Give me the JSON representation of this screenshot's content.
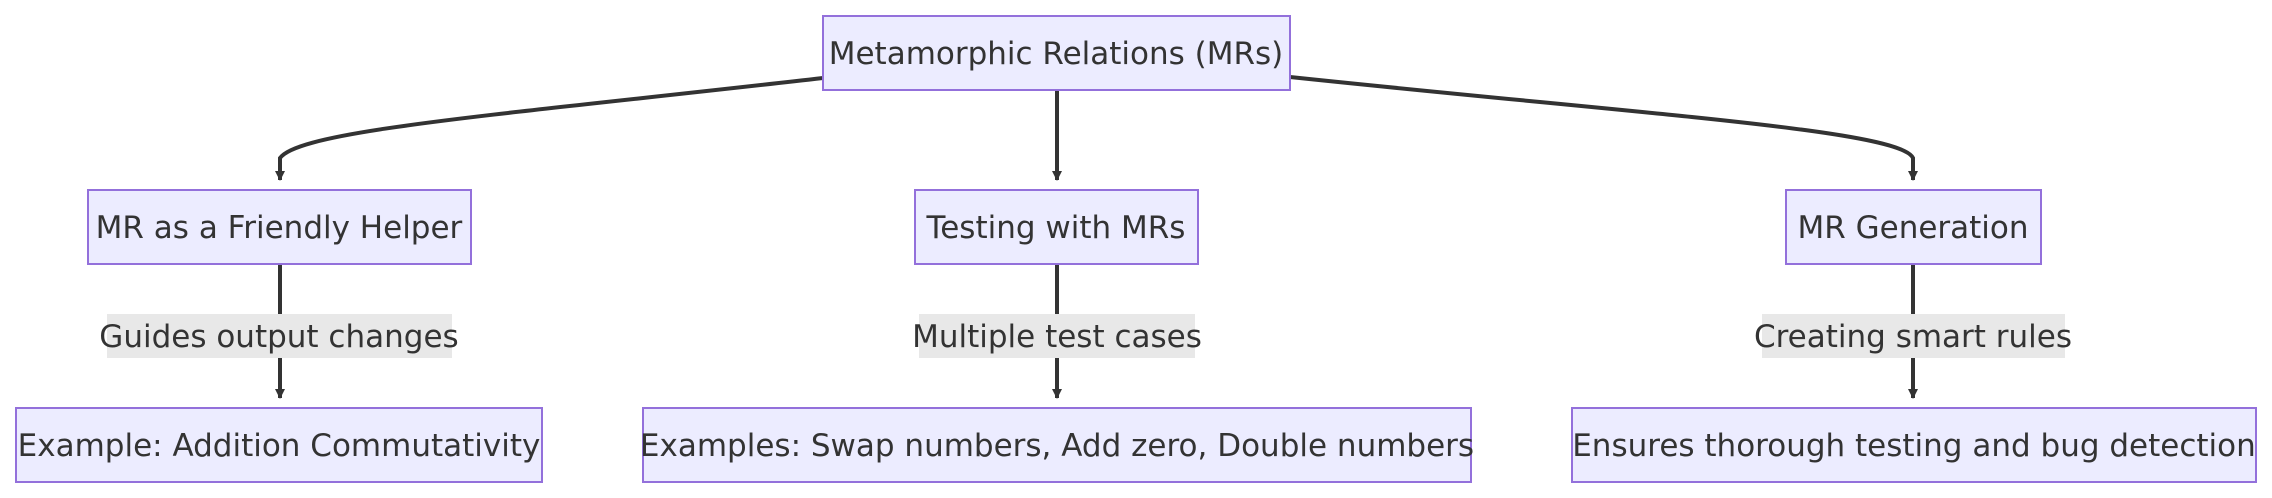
{
  "nodes": {
    "root": "Metamorphic Relations (MRs)",
    "helper": "MR as a Friendly Helper",
    "testing": "Testing with MRs",
    "generation": "MR Generation",
    "example": "Example: Addition Commutativity",
    "examples": "Examples: Swap numbers, Add zero, Double numbers",
    "ensures": "Ensures thorough testing and bug detection"
  },
  "edge_labels": {
    "guides": "Guides output changes",
    "multiple": "Multiple test cases",
    "creating": "Creating smart rules"
  },
  "colors": {
    "node_fill": "#ECECFF",
    "node_stroke": "#9370DB",
    "edge": "#333333",
    "label_bg": "#e8e8e8",
    "text": "#333333"
  }
}
